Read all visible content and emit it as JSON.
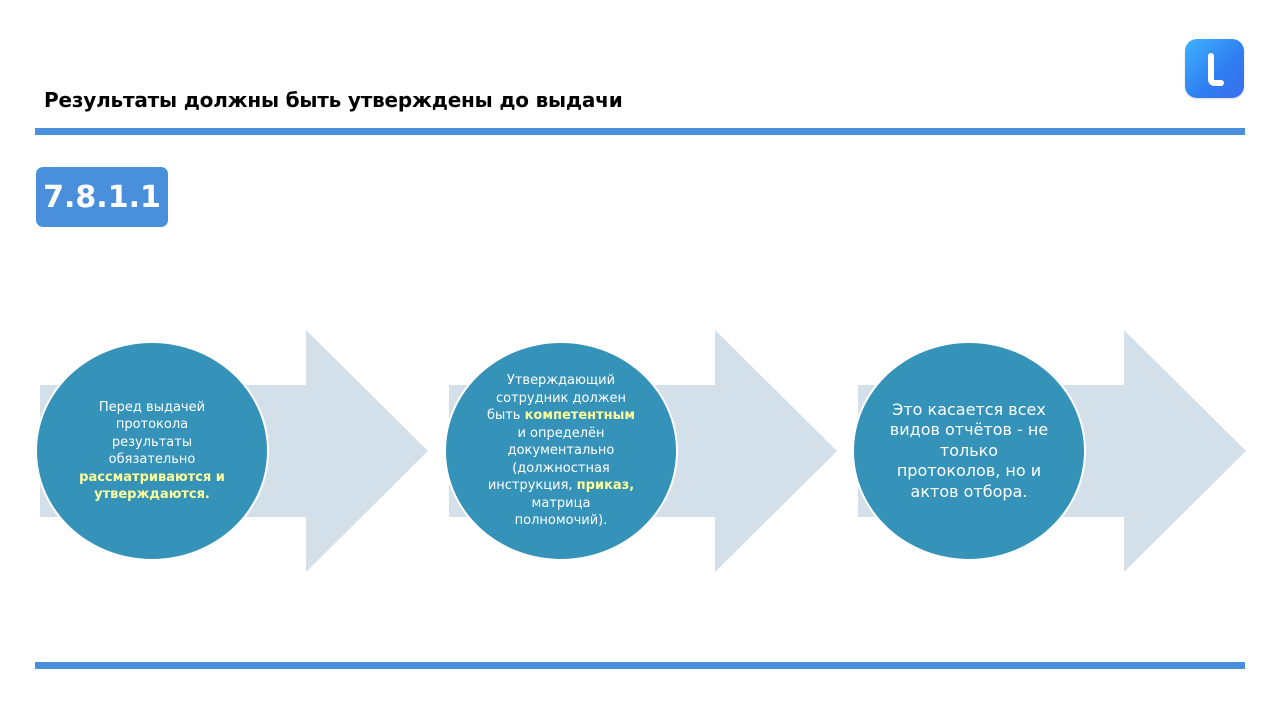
{
  "title": "Результаты должны быть утверждены до выдачи",
  "badge": "7.8.1.1",
  "logo_icon": "brand-logo-icon",
  "colors": {
    "accent": "#4a8fdc",
    "circle": "#3593b9",
    "arrow": "#d3dfe9",
    "highlight": "#ffff99"
  },
  "steps": [
    {
      "lines": [
        {
          "text": "Перед выдачей"
        },
        {
          "text": "протокола"
        },
        {
          "text": "результаты"
        },
        {
          "text": "обязательно"
        },
        {
          "text": "рассматриваются и",
          "bold": true
        },
        {
          "text": "утверждаются.",
          "bold": true
        }
      ]
    },
    {
      "lines": [
        {
          "text": "Утверждающий"
        },
        {
          "text": "сотрудник должен"
        },
        {
          "pre": "быть ",
          "hl": "компетентным"
        },
        {
          "text": "и определён"
        },
        {
          "text": "документально"
        },
        {
          "text": "(должностная"
        },
        {
          "pre": "инструкция, ",
          "hl": "приказ,"
        },
        {
          "text": "матрица"
        },
        {
          "text": "полномочий)."
        }
      ]
    },
    {
      "lines": [
        {
          "text": "Это касается всех"
        },
        {
          "text": "видов отчётов - не"
        },
        {
          "text": "только"
        },
        {
          "text": "протоколов, но и"
        },
        {
          "text": "актов отбора."
        }
      ]
    }
  ]
}
